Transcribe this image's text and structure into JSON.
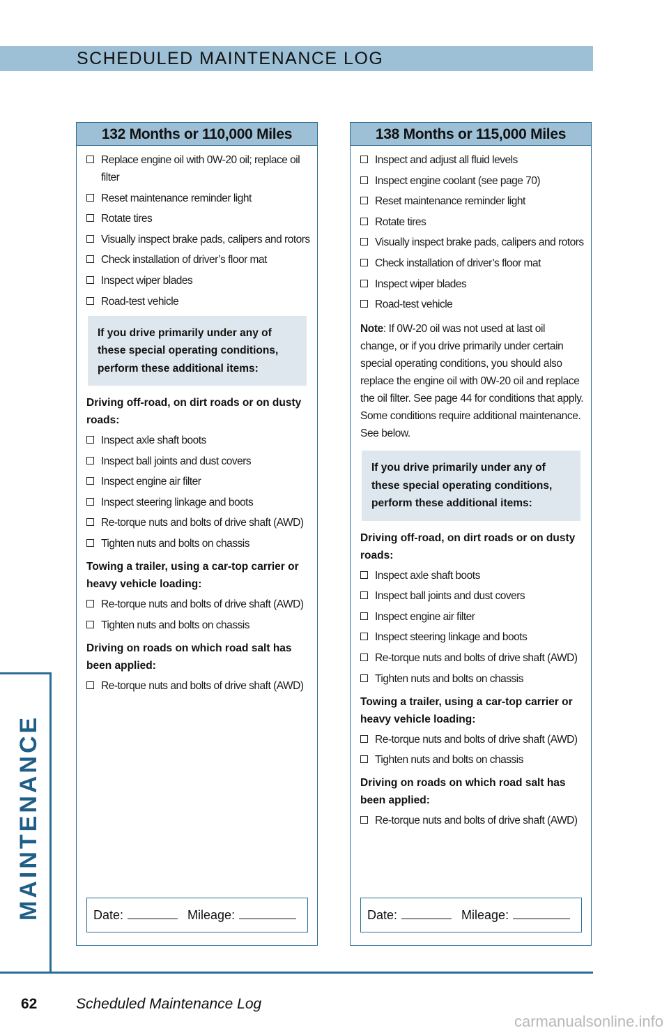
{
  "header": {
    "title": "SCHEDULED MAINTENANCE LOG"
  },
  "left": {
    "heading": "132 Months or 110,000 Miles",
    "items": [
      "Replace engine oil with 0W-20 oil; replace oil filter",
      "Reset maintenance reminder light",
      "Rotate tires",
      "Visually inspect brake pads, calipers and rotors",
      "Check installation of driver’s floor mat",
      "Inspect wiper blades",
      "Road-test vehicle"
    ],
    "special": "If you drive primarily under any of these special operating conditions, perform these additional items:",
    "cond1": {
      "title": "Driving off-road, on dirt roads or on dusty roads:",
      "items": [
        "Inspect axle shaft boots",
        "Inspect ball joints and dust covers",
        "Inspect engine air filter",
        "Inspect steering linkage and boots",
        "Re-torque nuts and bolts of drive shaft (AWD)",
        "Tighten nuts and bolts on chassis"
      ]
    },
    "cond2": {
      "title": "Towing a trailer, using a car-top carrier or heavy vehicle loading:",
      "items": [
        "Re-torque nuts and bolts of drive shaft (AWD)",
        "Tighten nuts and bolts on chassis"
      ]
    },
    "cond3": {
      "title": "Driving on roads on which road salt has been applied:",
      "items": [
        "Re-torque nuts and bolts of drive shaft (AWD)"
      ]
    },
    "date_label": "Date:",
    "mileage_label": "Mileage:"
  },
  "right": {
    "heading": "138 Months or 115,000 Miles",
    "items": [
      "Inspect and adjust all fluid levels",
      "Inspect engine coolant (see page 70)",
      "Reset maintenance reminder light",
      "Rotate tires",
      "Visually inspect brake pads, calipers and rotors",
      "Check installation of driver’s floor mat",
      "Inspect wiper blades",
      "Road-test vehicle"
    ],
    "note_label": "Note",
    "note_text": ": If 0W-20 oil was not used at last oil change, or if you drive primarily under certain special operating conditions, you should also replace the engine oil with 0W-20 oil and replace the oil filter. See page 44 for conditions that apply. Some conditions require additional maintenance. See below.",
    "special": "If you drive primarily under any of these special operating conditions, perform these additional items:",
    "cond1": {
      "title": "Driving off-road, on dirt roads or on dusty roads:",
      "items": [
        "Inspect axle shaft boots",
        "Inspect ball joints and dust covers",
        "Inspect engine air filter",
        "Inspect steering linkage and boots",
        "Re-torque nuts and bolts of drive shaft (AWD)",
        "Tighten nuts and bolts on chassis"
      ]
    },
    "cond2": {
      "title": "Towing a trailer, using a car-top carrier or heavy vehicle loading:",
      "items": [
        "Re-torque nuts and bolts of drive shaft (AWD)",
        "Tighten nuts and bolts on chassis"
      ]
    },
    "cond3": {
      "title": "Driving on roads on which road salt has been applied:",
      "items": [
        "Re-torque nuts and bolts of drive shaft (AWD)"
      ]
    },
    "date_label": "Date:",
    "mileage_label": "Mileage:"
  },
  "sidebar": {
    "label": "MAINTENANCE"
  },
  "footer": {
    "page_number": "62",
    "title": "Scheduled Maintenance Log"
  },
  "watermark": "carmanualsonline.info"
}
